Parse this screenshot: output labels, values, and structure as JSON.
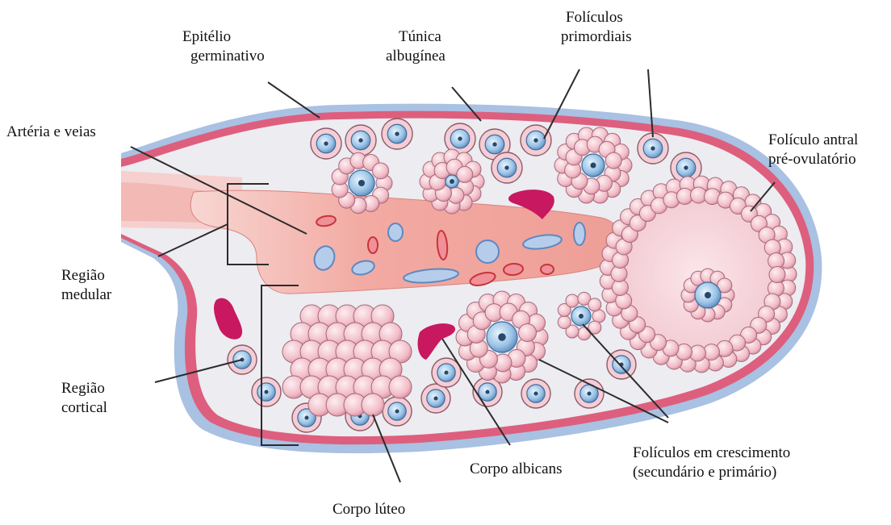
{
  "labels": {
    "epitelio_l1": "Epitélio",
    "epitelio_l2": "germinativo",
    "tunica_l1": "Túnica",
    "tunica_l2": "albugínea",
    "primordiais_l1": "Folículos",
    "primordiais_l2": "primordiais",
    "arteria": "Artéria e veias",
    "antral_l1": "Folículo antral",
    "antral_l2": "pré-ovulatório",
    "medular_l1": "Região",
    "medular_l2": "medular",
    "cortical_l1": "Região",
    "cortical_l2": "cortical",
    "crescimento_l1": "Folículos em crescimento",
    "crescimento_l2": "(secundário e primário)",
    "albicans": "Corpo albicans",
    "luteo": "Corpo lúteo"
  },
  "colors": {
    "capsule_outer": "#a9c1e2",
    "capsule_pink": "#dd5f7d",
    "cortex": "#ececf1",
    "medulla": "#efa39c",
    "granulosa": "#f3c6cf",
    "oocyte": "#a8cbe8",
    "corpus_albicans": "#c8185f"
  }
}
